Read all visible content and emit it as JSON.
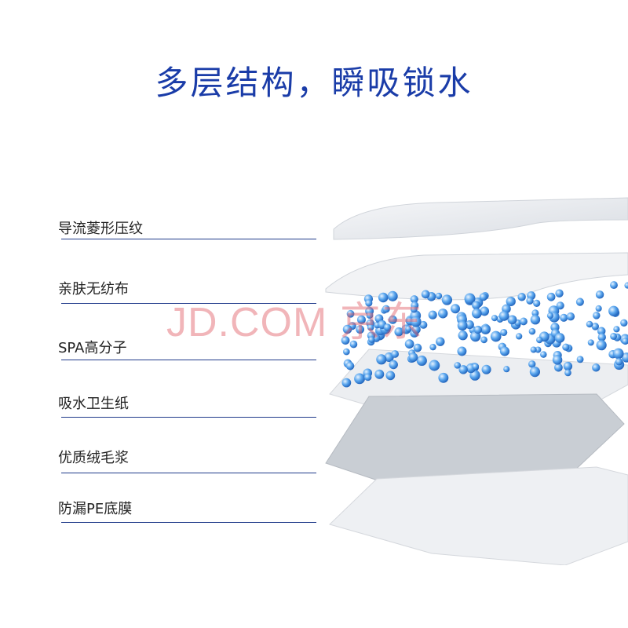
{
  "title": "多层结构，瞬吸锁水",
  "layers": [
    {
      "label": "导流菱形压纹"
    },
    {
      "label": "亲肤无纺布"
    },
    {
      "label": "SPA高分子"
    },
    {
      "label": "吸水卫生纸"
    },
    {
      "label": "优质绒毛浆"
    },
    {
      "label": "防漏PE底膜"
    }
  ],
  "watermark": "JD.COM 京东",
  "colors": {
    "title": "#1a3ca8",
    "line": "#1f3a8a",
    "bead": "#3b8ee0"
  }
}
